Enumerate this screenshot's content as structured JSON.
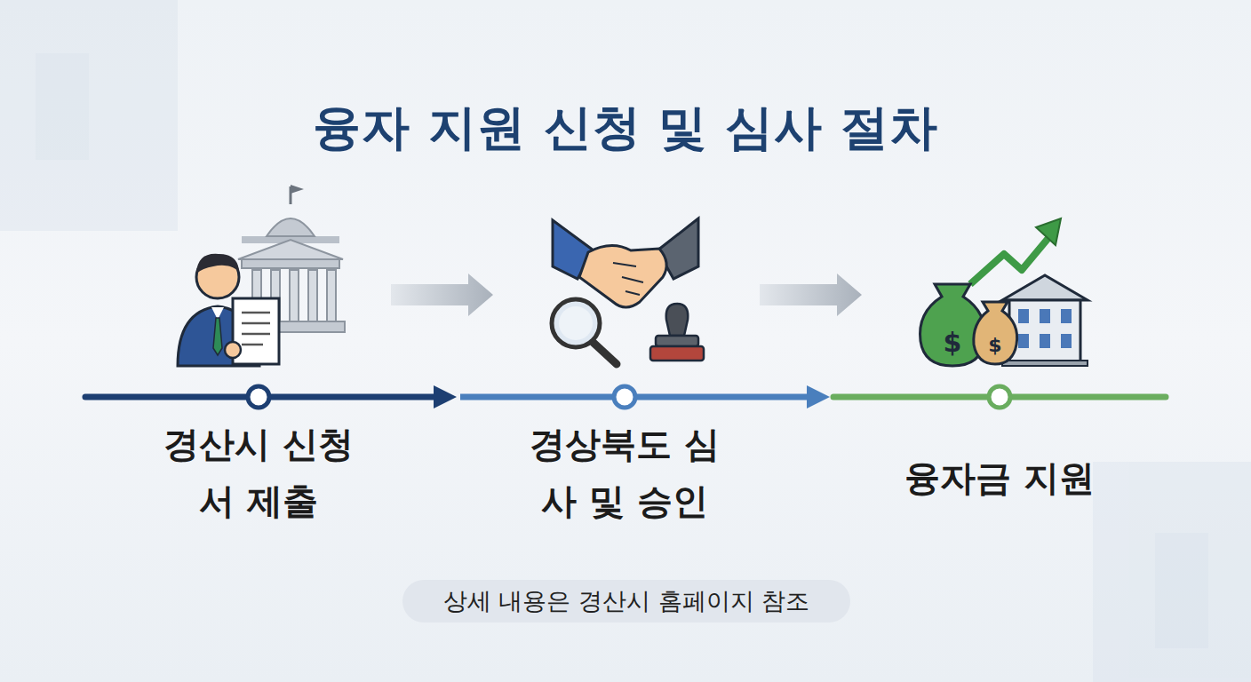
{
  "diagram": {
    "title": "융자 지원 신청 및 심사 절차",
    "caption": "상세 내용은 경산시 홈페이지 참조",
    "nodes": [
      {
        "text": [
          "경산시 신청서 제출"
        ]
      },
      {
        "text": [
          "경상북도 심사 및 승인"
        ]
      },
      {
        "text": [
          "융자금 지원"
        ]
      }
    ],
    "edges": [
      {
        "from": 0,
        "to": 1,
        "arrow": "to"
      },
      {
        "from": 1,
        "to": 2,
        "arrow": "to"
      }
    ]
  }
}
